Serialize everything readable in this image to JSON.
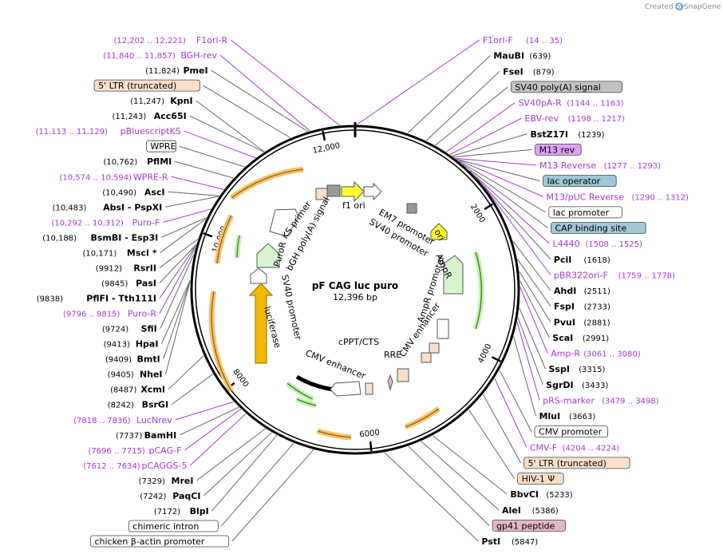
{
  "credit": {
    "created_by": "Created by",
    "brand": "SnapGene"
  },
  "plasmid": {
    "name": "pF CAG luc puro",
    "size_label": "12,396 bp",
    "total_bp": 12396
  },
  "ticks": [
    {
      "bp": 2000,
      "label": "2000"
    },
    {
      "bp": 4000,
      "label": "4000"
    },
    {
      "bp": 6000,
      "label": "6000"
    },
    {
      "bp": 8000,
      "label": "8000"
    },
    {
      "bp": 10000,
      "label": "10,000"
    },
    {
      "bp": 12000,
      "label": "12,000"
    }
  ],
  "labels": [
    {
      "kind": "primer",
      "name": "F1ori-R",
      "range": "(12,202 .. 12,221)",
      "bp": 12211,
      "side": "left"
    },
    {
      "kind": "primer",
      "name": "F1ori-F",
      "range": "(14 .. 35)",
      "bp": 24,
      "side": "right"
    },
    {
      "kind": "enzyme",
      "name": "MauBI",
      "pos": "(639)",
      "bp": 639,
      "side": "right"
    },
    {
      "kind": "enzyme",
      "name": "FseI",
      "pos": "(879)",
      "bp": 879,
      "side": "right"
    },
    {
      "kind": "primer",
      "name": "SV40pA-R",
      "range": "(1144 .. 1163)",
      "bp": 1153,
      "side": "right"
    },
    {
      "kind": "feature",
      "name": "SV40 poly(A) signal",
      "fill": "#c2c2c2",
      "bp": 1000,
      "side": "right"
    },
    {
      "kind": "primer",
      "name": "EBV-rev",
      "range": "(1198 .. 1217)",
      "bp": 1207,
      "side": "right"
    },
    {
      "kind": "enzyme",
      "name": "BstZ17I",
      "pos": "(1239)",
      "bp": 1239,
      "side": "right"
    },
    {
      "kind": "feature",
      "name": "M13 rev",
      "fill": "#dca5f4",
      "bp": 1260,
      "side": "right"
    },
    {
      "kind": "primer",
      "name": "M13 Reverse",
      "range": "(1277 .. 1293)",
      "bp": 1285,
      "side": "right"
    },
    {
      "kind": "feature",
      "name": "lac operator",
      "fill": "#9fc9d6",
      "bp": 1300,
      "side": "right"
    },
    {
      "kind": "primer",
      "name": "M13/pUC Reverse",
      "range": "(1290 .. 1312)",
      "bp": 1301,
      "side": "right"
    },
    {
      "kind": "feature",
      "name": "lac promoter",
      "fill": "#ffffff",
      "bp": 1340,
      "side": "right"
    },
    {
      "kind": "feature",
      "name": "CAP binding site",
      "fill": "#9fc9d6",
      "bp": 1400,
      "side": "right"
    },
    {
      "kind": "primer",
      "name": "L4440",
      "range": "(1508 .. 1525)",
      "bp": 1516,
      "side": "right"
    },
    {
      "kind": "enzyme",
      "name": "PciI",
      "pos": "(1618)",
      "bp": 1618,
      "side": "right"
    },
    {
      "kind": "primer",
      "name": "pBR322ori-F",
      "range": "(1759 .. 1778)",
      "bp": 1768,
      "side": "right"
    },
    {
      "kind": "enzyme",
      "name": "AhdI",
      "pos": "(2511)",
      "bp": 2511,
      "side": "right"
    },
    {
      "kind": "enzyme",
      "name": "FspI",
      "pos": "(2733)",
      "bp": 2733,
      "side": "right"
    },
    {
      "kind": "enzyme",
      "name": "PvuI",
      "pos": "(2881)",
      "bp": 2881,
      "side": "right"
    },
    {
      "kind": "enzyme",
      "name": "ScaI",
      "pos": "(2991)",
      "bp": 2991,
      "side": "right"
    },
    {
      "kind": "primer",
      "name": "Amp-R",
      "range": "(3061 .. 3080)",
      "bp": 3070,
      "side": "right"
    },
    {
      "kind": "enzyme",
      "name": "SspI",
      "pos": "(3315)",
      "bp": 3315,
      "side": "right"
    },
    {
      "kind": "enzyme",
      "name": "SgrDI",
      "pos": "(3433)",
      "bp": 3433,
      "side": "right"
    },
    {
      "kind": "primer",
      "name": "pRS-marker",
      "range": "(3479 .. 3498)",
      "bp": 3488,
      "side": "right"
    },
    {
      "kind": "enzyme",
      "name": "MluI",
      "pos": "(3663)",
      "bp": 3663,
      "side": "right"
    },
    {
      "kind": "feature",
      "name": "CMV promoter",
      "fill": "#ffffff",
      "bp": 4100,
      "side": "right"
    },
    {
      "kind": "primer",
      "name": "CMV-F",
      "range": "(4204 .. 4224)",
      "bp": 4214,
      "side": "right"
    },
    {
      "kind": "feature",
      "name": "5' LTR (truncated)",
      "fill": "#fbe0c9",
      "bp": 4450,
      "side": "right"
    },
    {
      "kind": "feature",
      "name": "HIV-1 Ψ",
      "fill": "#fbe0c9",
      "bp": 4700,
      "side": "right"
    },
    {
      "kind": "enzyme",
      "name": "BbvCI",
      "pos": "(5233)",
      "bp": 5233,
      "side": "right"
    },
    {
      "kind": "enzyme",
      "name": "AleI",
      "pos": "(5386)",
      "bp": 5386,
      "side": "right"
    },
    {
      "kind": "feature",
      "name": "gp41 peptide",
      "fill": "#e7b5c8",
      "bp": 5550,
      "side": "right"
    },
    {
      "kind": "enzyme",
      "name": "PstI",
      "pos": "(5847)",
      "bp": 5847,
      "side": "right"
    },
    {
      "kind": "feature",
      "name": "chicken β-actin promoter",
      "fill": "#ffffff",
      "bp": 6700,
      "side": "left"
    },
    {
      "kind": "enzyme",
      "name": "BlpI",
      "pos": "(7172)",
      "bp": 7172,
      "side": "left"
    },
    {
      "kind": "feature",
      "name": "chimeric intron",
      "fill": "#ffffff",
      "bp": 6950,
      "side": "left"
    },
    {
      "kind": "enzyme",
      "name": "PaqCI",
      "pos": "(7242)",
      "bp": 7242,
      "side": "left"
    },
    {
      "kind": "enzyme",
      "name": "MreI",
      "pos": "(7329)",
      "bp": 7329,
      "side": "left"
    },
    {
      "kind": "primer",
      "name": "pCAGGS-5",
      "range": "(7612 .. 7634)",
      "bp": 7623,
      "side": "left"
    },
    {
      "kind": "primer",
      "name": "pCAG-F",
      "range": "(7696 .. 7715)",
      "bp": 7705,
      "side": "left"
    },
    {
      "kind": "enzyme",
      "name": "BamHI",
      "pos": "(7737)",
      "bp": 7737,
      "side": "left"
    },
    {
      "kind": "primer",
      "name": "LucNrev",
      "range": "(7818 .. 7836)",
      "bp": 7827,
      "side": "left"
    },
    {
      "kind": "enzyme",
      "name": "BsrGI",
      "pos": "(8242)",
      "bp": 8242,
      "side": "left"
    },
    {
      "kind": "enzyme",
      "name": "XcmI",
      "pos": "(8487)",
      "bp": 8487,
      "side": "left"
    },
    {
      "kind": "enzyme",
      "name": "NheI",
      "pos": "(9405)",
      "bp": 9405,
      "side": "left"
    },
    {
      "kind": "enzyme",
      "name": "BmtI",
      "pos": "(9409)",
      "bp": 9409,
      "side": "left"
    },
    {
      "kind": "enzyme",
      "name": "HpaI",
      "pos": "(9413)",
      "bp": 9413,
      "side": "left"
    },
    {
      "kind": "enzyme",
      "name": "SfiI",
      "pos": "(9724)",
      "bp": 9724,
      "side": "left"
    },
    {
      "kind": "primer",
      "name": "Puro-R",
      "range": "(9796 .. 9815)",
      "bp": 9805,
      "side": "left"
    },
    {
      "kind": "enzyme",
      "name": "PflFI - Tth111I",
      "pos": "(9838)",
      "bp": 9838,
      "side": "left"
    },
    {
      "kind": "enzyme",
      "name": "PasI",
      "pos": "(9845)",
      "bp": 9845,
      "side": "left"
    },
    {
      "kind": "enzyme",
      "name": "RsrII",
      "pos": "(9912)",
      "bp": 9912,
      "side": "left"
    },
    {
      "kind": "enzyme",
      "name": "MscI *",
      "pos": "(10,171)",
      "bp": 10171,
      "side": "left"
    },
    {
      "kind": "enzyme",
      "name": "BsmBI - Esp3I",
      "pos": "(10,188)",
      "bp": 10188,
      "side": "left"
    },
    {
      "kind": "primer",
      "name": "Puro-F",
      "range": "(10,292 .. 10,312)",
      "bp": 10302,
      "side": "left"
    },
    {
      "kind": "enzyme",
      "name": "AbsI - PspXI",
      "pos": "(10,483)",
      "bp": 10483,
      "side": "left"
    },
    {
      "kind": "enzyme",
      "name": "AscI",
      "pos": "(10,490)",
      "bp": 10490,
      "side": "left"
    },
    {
      "kind": "primer",
      "name": "WPRE-R",
      "range": "(10,574 .. 10,594)",
      "bp": 10584,
      "side": "left"
    },
    {
      "kind": "enzyme",
      "name": "PflMI",
      "pos": "(10,762)",
      "bp": 10762,
      "side": "left"
    },
    {
      "kind": "feature",
      "name": "WPRE",
      "fill": "#ffffff",
      "bp": 10950,
      "side": "left"
    },
    {
      "kind": "primer",
      "name": "pBluescriptKS",
      "range": "(11,113 .. 11,129)",
      "bp": 11121,
      "side": "left"
    },
    {
      "kind": "enzyme",
      "name": "Acc65I",
      "pos": "(11,243)",
      "bp": 11243,
      "side": "left"
    },
    {
      "kind": "enzyme",
      "name": "KpnI",
      "pos": "(11,247)",
      "bp": 11247,
      "side": "left"
    },
    {
      "kind": "feature",
      "name": "5' LTR (truncated)",
      "fill": "#fbe0c9",
      "bp": 11600,
      "side": "left"
    },
    {
      "kind": "enzyme",
      "name": "PmeI",
      "pos": "(11,824)",
      "bp": 11824,
      "side": "left"
    },
    {
      "kind": "primer",
      "name": "BGH-rev",
      "range": "(11,840 .. 11,857)",
      "bp": 11848,
      "side": "left"
    }
  ],
  "inner_labels": [
    {
      "name": "f1 ori"
    },
    {
      "name": "EM7 promoter"
    },
    {
      "name": "SV40 promoter"
    },
    {
      "name": "ori"
    },
    {
      "name": "AmpR"
    },
    {
      "name": "AmpR promoter"
    },
    {
      "name": "CMV enhancer"
    },
    {
      "name": "RRE"
    },
    {
      "name": "cPPT/CTS"
    },
    {
      "name": "CMV enhancer"
    },
    {
      "name": "luciferase"
    },
    {
      "name": "SV40 promoter"
    },
    {
      "name": "PuroR"
    },
    {
      "name": "bGH poly(A) signal"
    },
    {
      "name": "KS primer"
    }
  ]
}
